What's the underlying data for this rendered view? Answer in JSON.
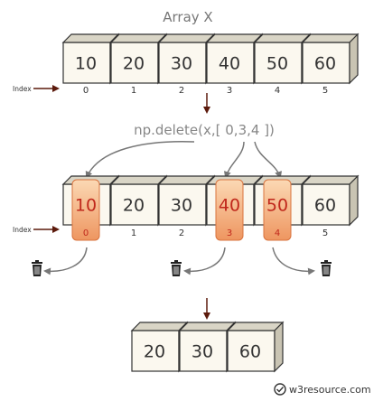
{
  "title": "Array  X",
  "index_label": "Index",
  "operation": "np.delete(x,[ 0,3,4 ])",
  "source_array": {
    "values": [
      "10",
      "20",
      "30",
      "40",
      "50",
      "60"
    ],
    "indices": [
      "0",
      "1",
      "2",
      "3",
      "4",
      "5"
    ]
  },
  "deleted_indices": [
    0,
    3,
    4
  ],
  "result_array": {
    "values": [
      "20",
      "30",
      "60"
    ]
  },
  "watermark": "w3resource.com",
  "colors": {
    "box_front": "#fbf8ef",
    "box_top": "#d9d5c6",
    "box_side": "#c9c4b3",
    "box_border": "#333333",
    "highlight_light": "#f7c79a",
    "highlight_dark": "#ec8a52",
    "highlight_text": "#c0281c",
    "arrow_dark": "#5c1a0c",
    "arrow_gray": "#777777"
  },
  "icons": {
    "trash": "trash-icon",
    "arrow": "arrow-right-icon"
  }
}
